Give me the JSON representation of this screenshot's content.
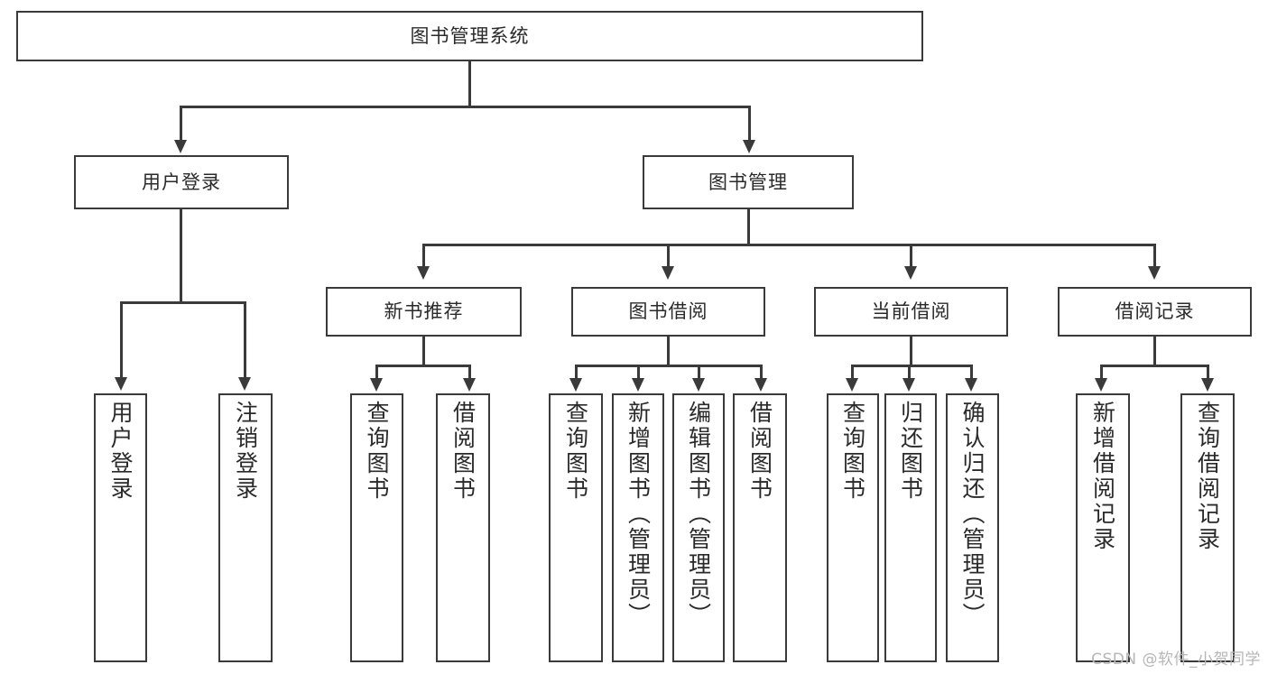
{
  "diagram": {
    "title": "图书管理系统",
    "type": "tree",
    "watermark": "CSDN @软件_小贺同学",
    "colors": {
      "stroke": "#3a3a3a",
      "fill": "#ffffff",
      "text": "#2a2a2a",
      "watermark": "#b6b6b6"
    },
    "nodes": {
      "root": {
        "label": "图书管理系统"
      },
      "level1": [
        {
          "label": "用户登录"
        },
        {
          "label": "图书管理"
        }
      ],
      "level2": [
        {
          "label": "新书推荐"
        },
        {
          "label": "图书借阅"
        },
        {
          "label": "当前借阅"
        },
        {
          "label": "借阅记录"
        }
      ],
      "leaves": {
        "user_login": [
          {
            "label": "用户登录"
          },
          {
            "label": "注销登录"
          }
        ],
        "new_book": [
          {
            "label": "查询图书"
          },
          {
            "label": "借阅图书"
          }
        ],
        "book_borrow": [
          {
            "label": "查询图书"
          },
          {
            "label": "新增图书（管理员）"
          },
          {
            "label": "编辑图书（管理员）"
          },
          {
            "label": "借阅图书"
          }
        ],
        "current_borrow": [
          {
            "label": "查询图书"
          },
          {
            "label": "归还图书"
          },
          {
            "label": "确认归还（管理员）"
          }
        ],
        "borrow_record": [
          {
            "label": "新增借阅记录"
          },
          {
            "label": "查询借阅记录"
          }
        ]
      }
    }
  }
}
